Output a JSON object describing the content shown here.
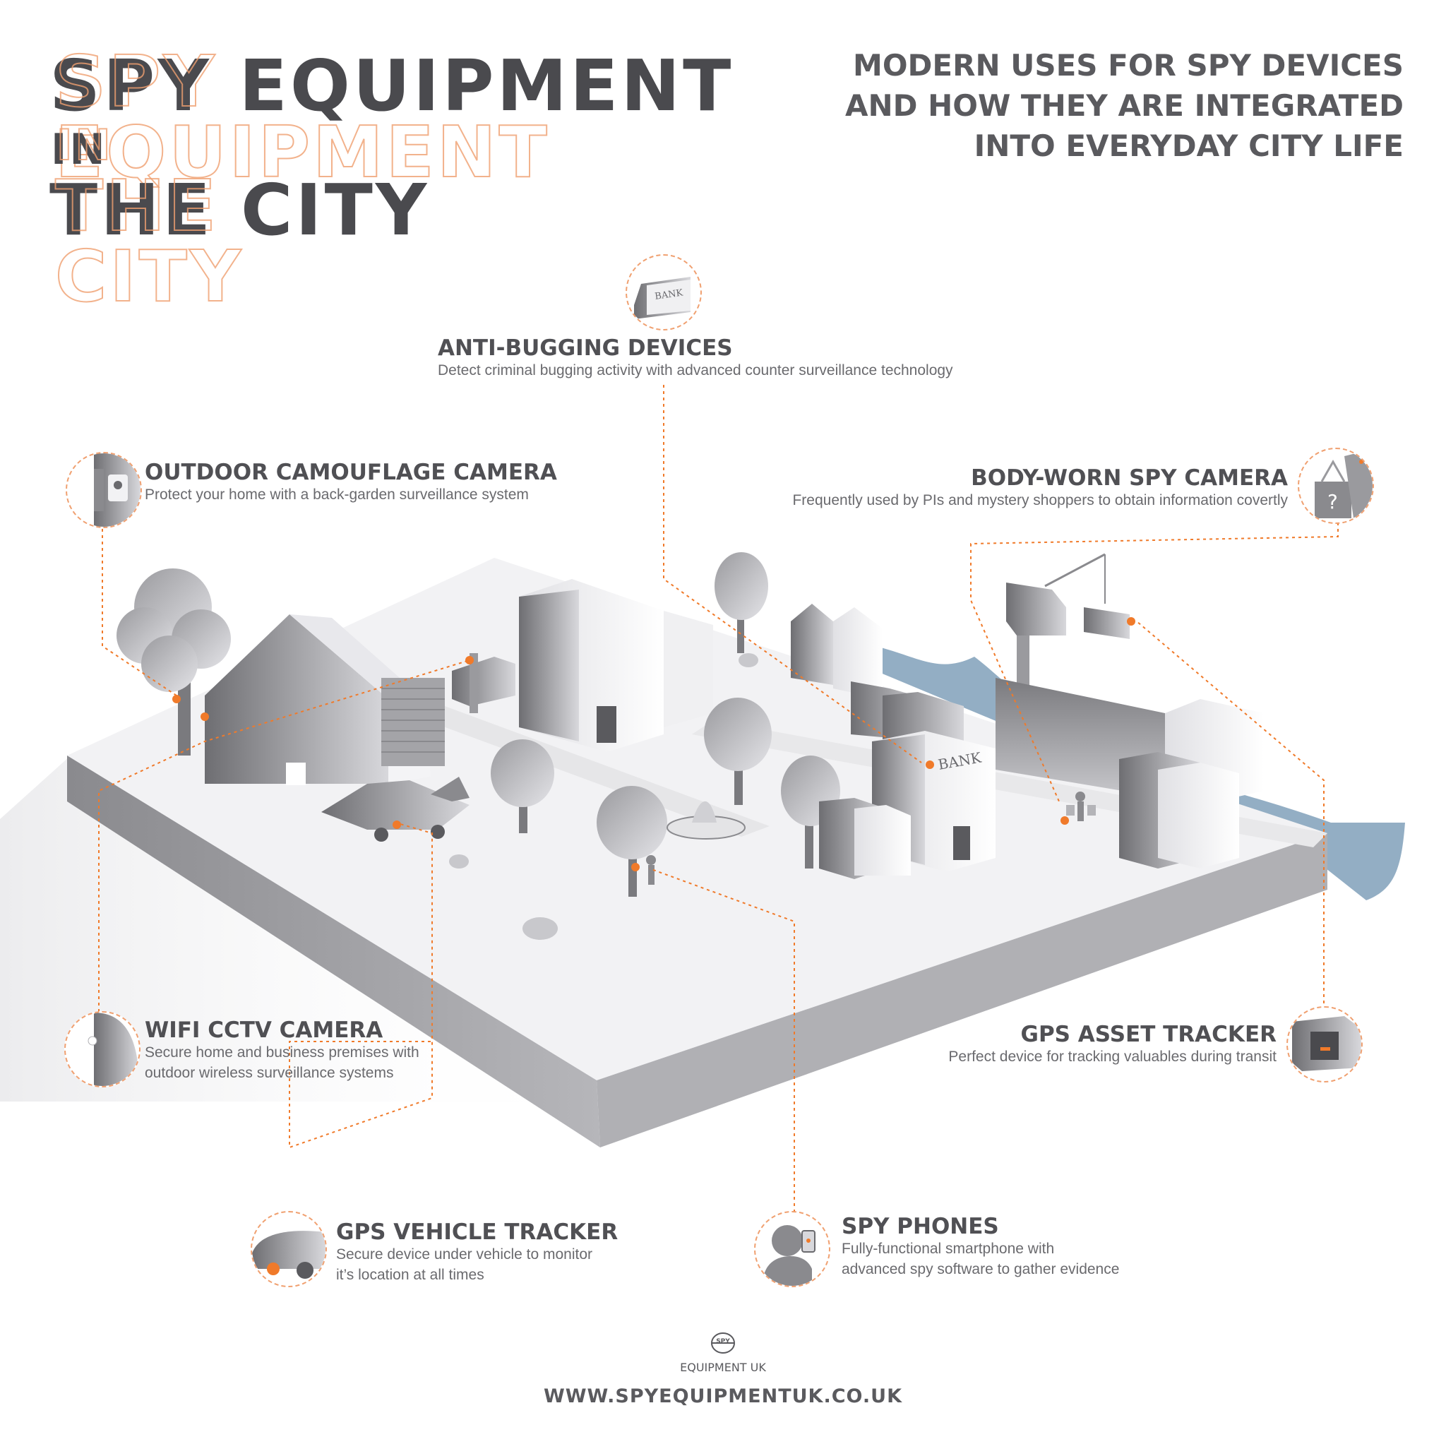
{
  "title": {
    "line1": "SPY EQUIPMENT",
    "line2": "IN",
    "line3": "THE CITY"
  },
  "subtitle": {
    "line1": "MODERN USES FOR SPY DEVICES",
    "line2": "AND HOW THEY ARE INTEGRATED",
    "line3": "INTO EVERYDAY CITY LIFE"
  },
  "devices": {
    "anti_bugging": {
      "title": "ANTI-BUGGING DEVICES",
      "desc": "Detect criminal bugging activity with advanced counter surveillance technology",
      "icon": "bank-icon"
    },
    "outdoor_camera": {
      "title": "OUTDOOR CAMOUFLAGE CAMERA",
      "desc": "Protect your home with a back-garden surveillance system",
      "icon": "birdhouse-camera-icon"
    },
    "body_worn": {
      "title": "BODY-WORN SPY CAMERA",
      "desc": "Frequently used by PIs and mystery shoppers to obtain information covertly",
      "icon": "shopping-bag-icon"
    },
    "wifi_cctv": {
      "title": "WIFI CCTV CAMERA",
      "desc1": "Secure home and business premises with",
      "desc2": "outdoor wireless surveillance systems",
      "icon": "cctv-camera-icon"
    },
    "gps_asset": {
      "title": "GPS ASSET TRACKER",
      "desc": "Perfect device for tracking valuables during transit",
      "icon": "truck-trailer-icon"
    },
    "gps_vehicle": {
      "title": "GPS VEHICLE TRACKER",
      "desc1": "Secure device under vehicle to monitor",
      "desc2": "it’s location at all times",
      "icon": "car-icon"
    },
    "spy_phones": {
      "title": "SPY PHONES",
      "desc1": "Fully-functional smartphone with",
      "desc2": "advanced spy software to gather evidence",
      "icon": "person-phone-icon"
    }
  },
  "scene_labels": {
    "bank_sign": "BANK",
    "badge_bank_sign": "BANK",
    "bag_mark": "?"
  },
  "footer": {
    "logo_text": "SPY",
    "brand": "EQUIPMENT UK",
    "url": "WWW.SPYEQUIPMENTUK.CO.UK"
  },
  "colors": {
    "accent": "#f07a2a",
    "dash": "#f0a070",
    "text": "#5a5a5e",
    "water": "#93aec4"
  }
}
